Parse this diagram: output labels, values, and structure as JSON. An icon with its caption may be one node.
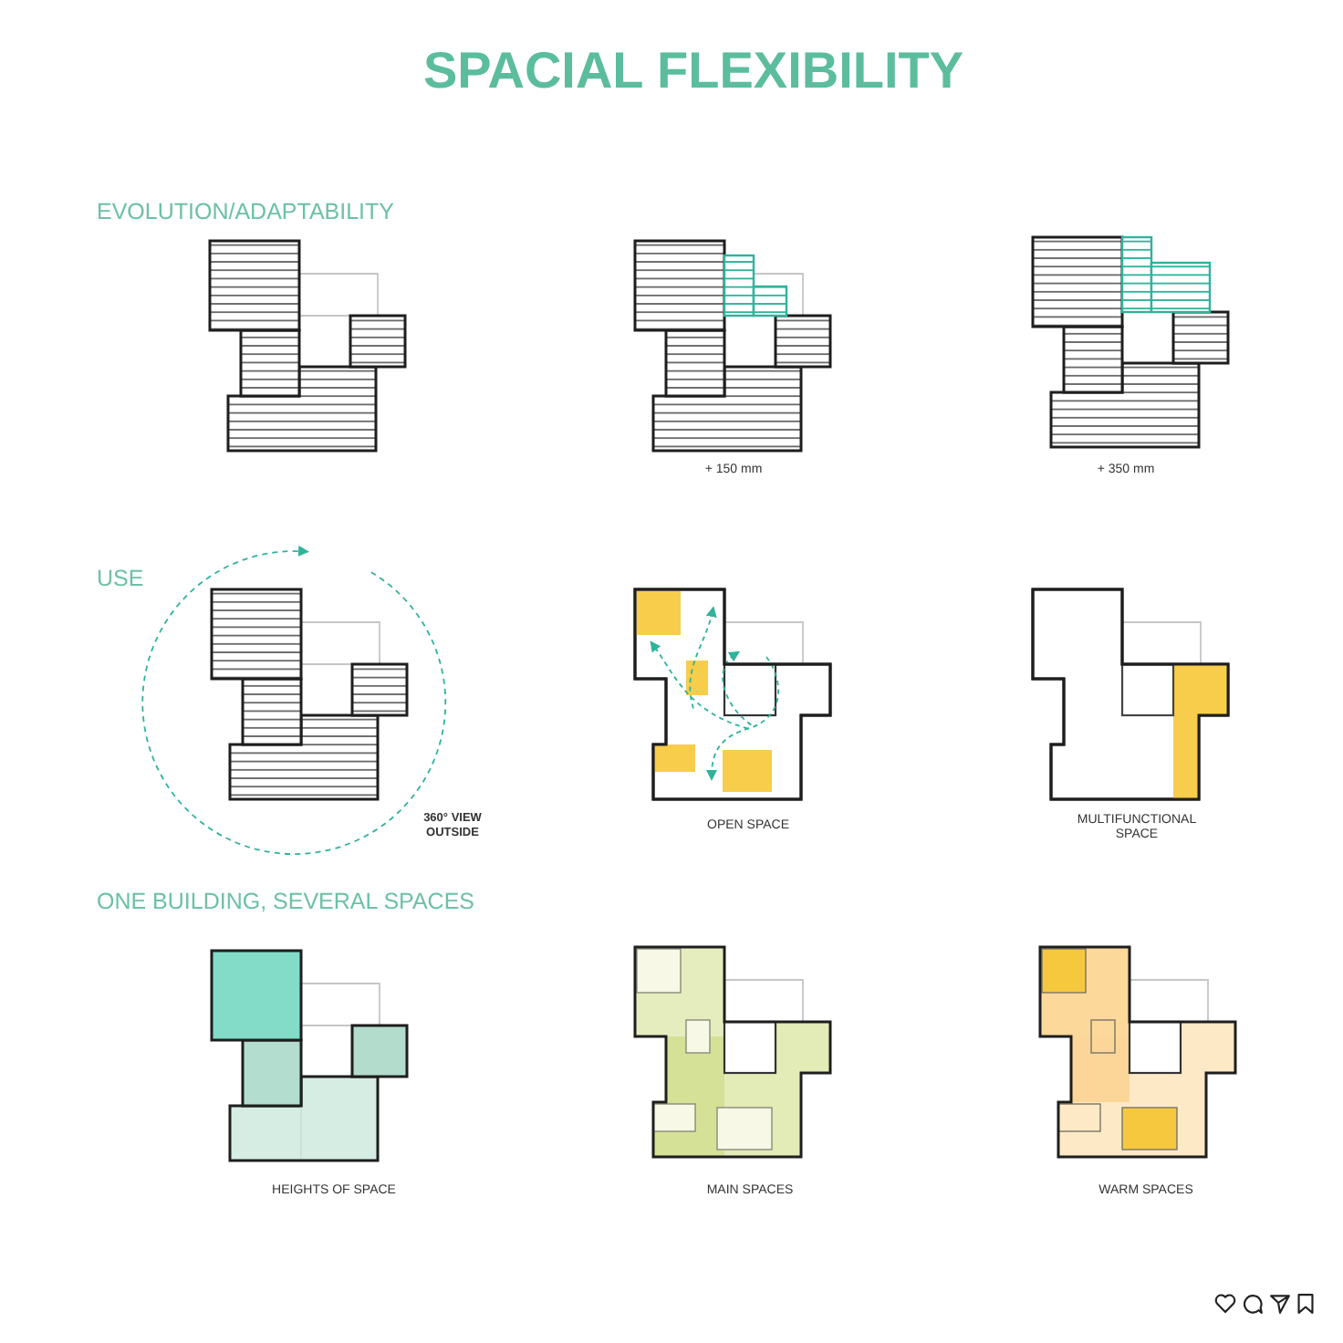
{
  "diagram": {
    "title": "SPACIAL FLEXIBILITY",
    "labels": [
      "EVOLUTION/ADAPTABILITY",
      "+ 150 mm",
      "+ 350 mm",
      "USE",
      "360° VIEW OUTSIDE",
      "OPEN SPACE",
      "MULTIFUNCTIONAL SPACE",
      "ONE BUILDING, SEVERAL SPACES",
      "HEIGHTS OF SPACE",
      "MAIN SPACES",
      "WARM SPACES"
    ]
  }
}
